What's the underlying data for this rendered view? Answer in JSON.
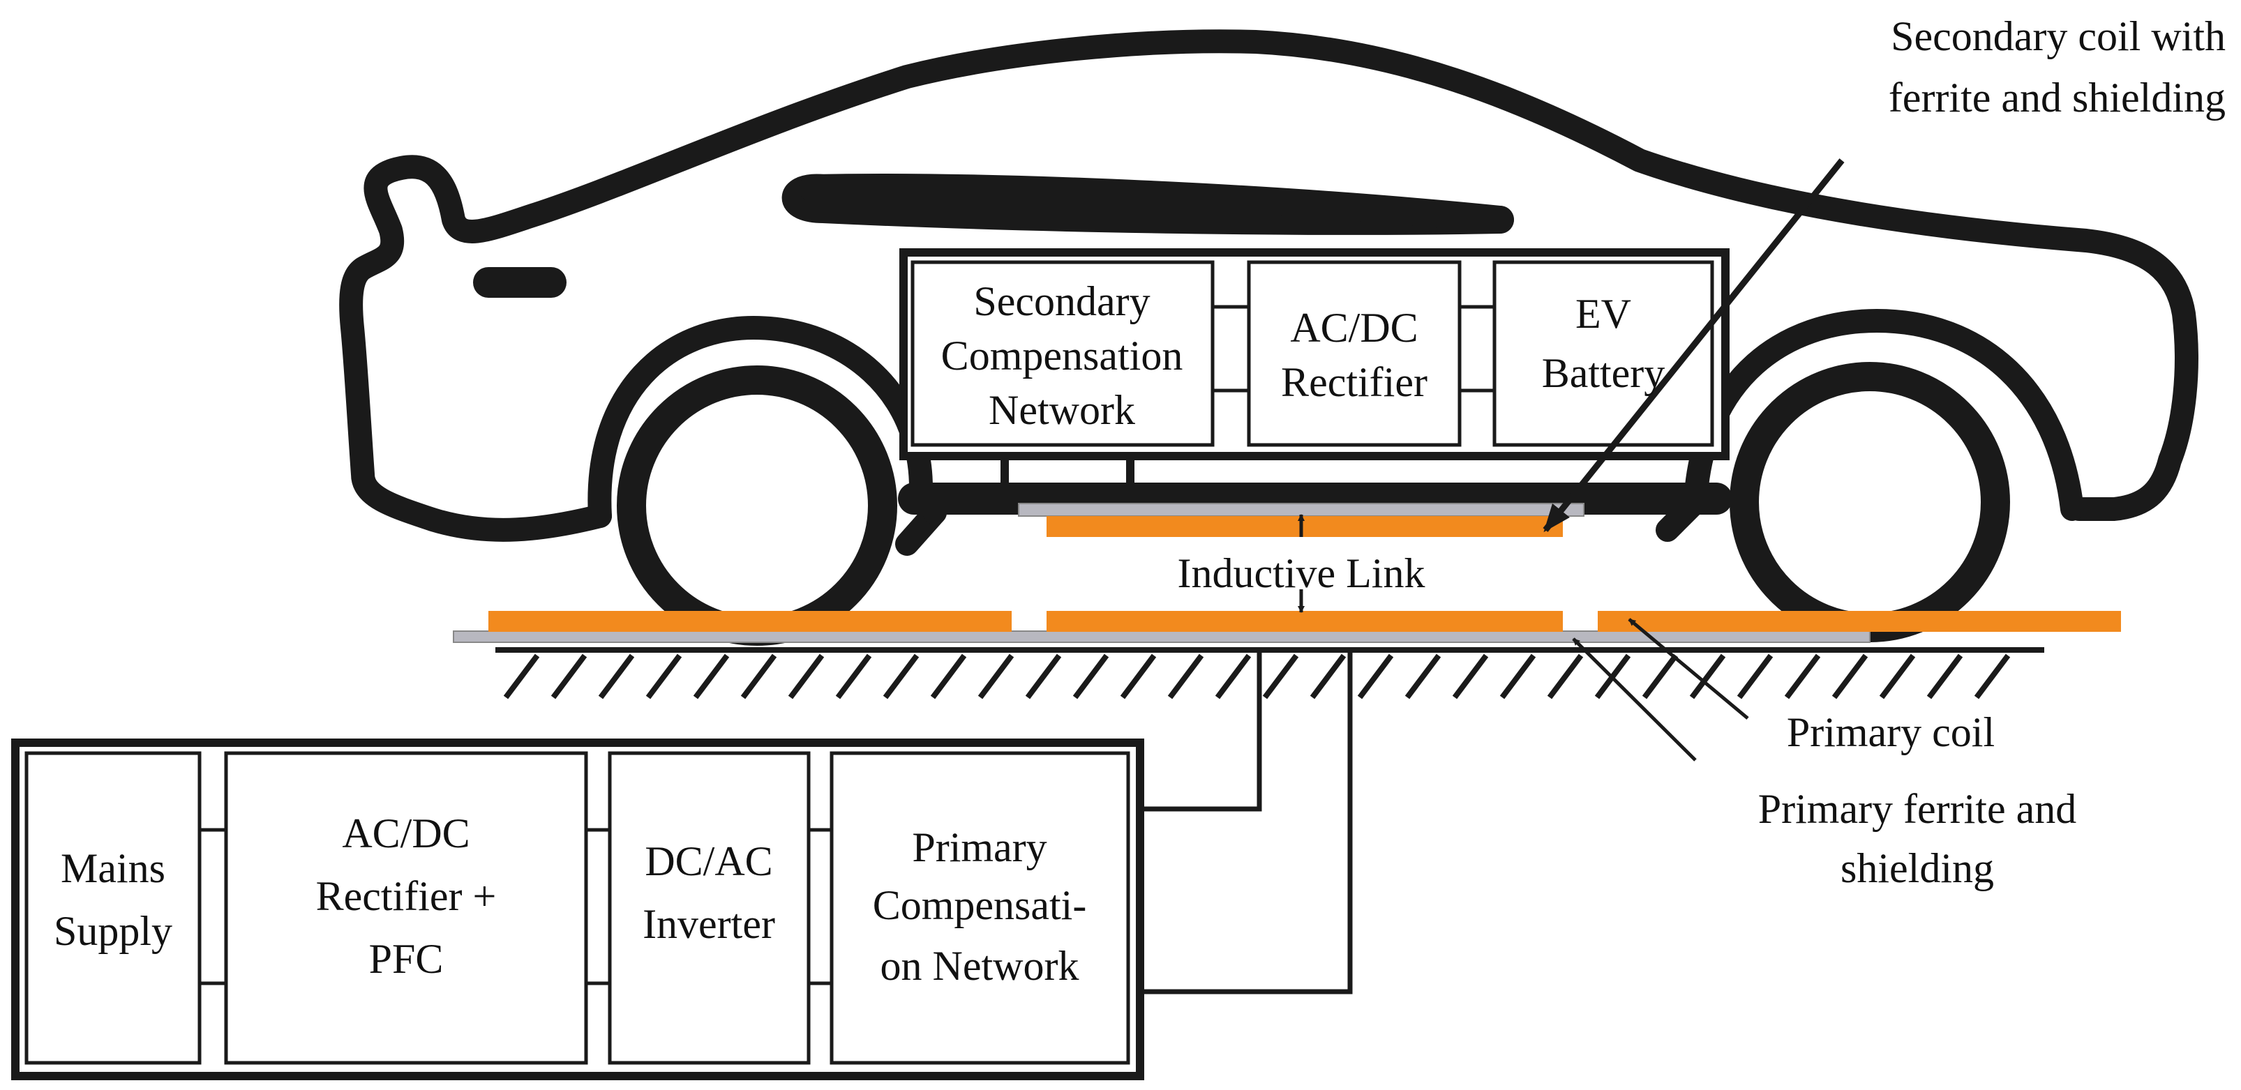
{
  "colors": {
    "outline": "#1a1a1a",
    "coil": "#f28a1e",
    "ferrite": "#b8b8c0",
    "background": "#ffffff"
  },
  "vehicle_blocks": {
    "secondary_compensation": [
      "Secondary",
      "Compensation",
      "Network"
    ],
    "ac_dc_rectifier": [
      "AC/DC",
      "Rectifier"
    ],
    "ev_battery": [
      "EV",
      "Battery"
    ]
  },
  "ground_blocks": {
    "mains_supply": [
      "Mains",
      "Supply"
    ],
    "rectifier_pfc": [
      "AC/DC",
      "Rectifier +",
      "PFC"
    ],
    "inverter": [
      "DC/AC",
      "Inverter"
    ],
    "primary_compensation": [
      "Primary",
      "Compensati-",
      "on Network"
    ]
  },
  "callouts": {
    "secondary_coil": [
      "Secondary coil with",
      "ferrite and shielding"
    ],
    "inductive_link": "Inductive Link",
    "primary_coil": "Primary coil",
    "primary_ferrite": [
      "Primary ferrite and",
      "shielding"
    ]
  },
  "icons": {
    "car": "car-outline-icon",
    "ground": "ground-hatch-icon"
  }
}
